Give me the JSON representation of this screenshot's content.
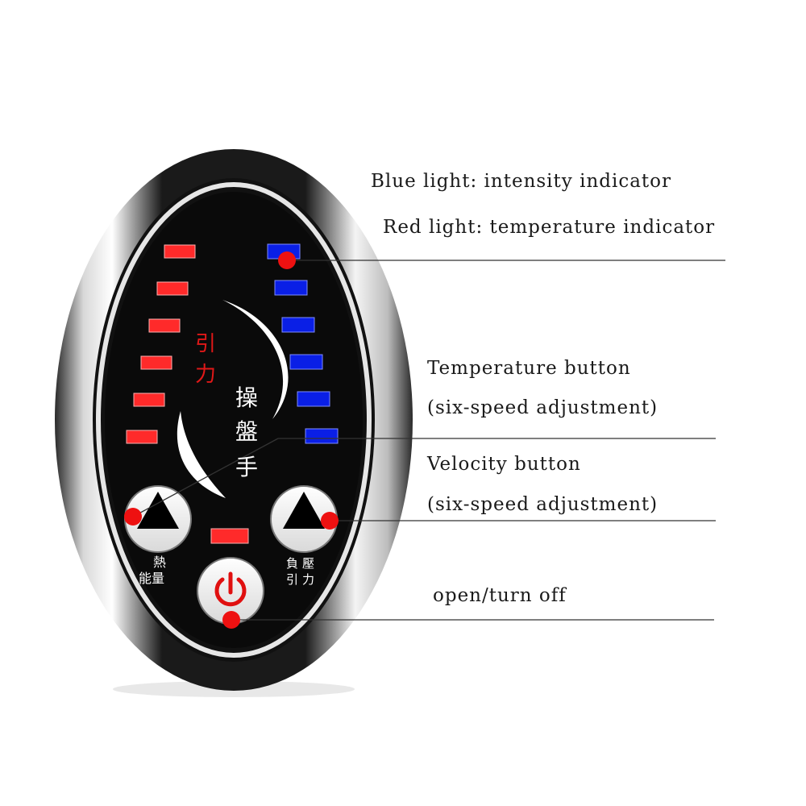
{
  "callouts": {
    "blue_light": "Blue light: intensity indicator",
    "red_light": "Red light: temperature indicator",
    "temp_button_title": "Temperature button",
    "temp_button_sub": "(six-speed adjustment)",
    "velocity_button_title": "Velocity button",
    "velocity_button_sub": "(six-speed adjustment)",
    "power": "open/turn off"
  },
  "panel_text": {
    "yinli_1": "引",
    "yinli_2": "力",
    "brand_1": "操",
    "brand_2": "盤",
    "brand_3": "手",
    "heat_1": "熱",
    "heat_2": "能量",
    "pressure_1": "負",
    "pressure_2": "引",
    "pressure_3": "壓",
    "pressure_4": "力"
  },
  "indicators": {
    "red_level_count": 6,
    "blue_level_count": 6
  },
  "colors": {
    "red_led": "#ff2a2a",
    "blue_led": "#0a1fe6",
    "marker": "#ee1111",
    "power_symbol": "#e01010",
    "panel_black": "#0a0a0a"
  },
  "icons": {
    "temperature_button": "up-triangle-icon",
    "velocity_button": "up-triangle-icon",
    "power_button": "power-icon"
  }
}
